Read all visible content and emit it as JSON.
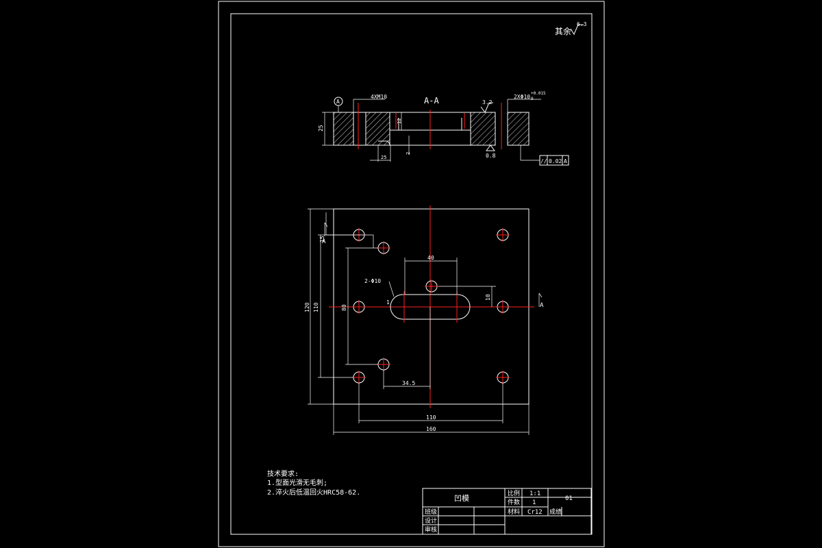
{
  "drawing": {
    "roughness_label": "其余",
    "roughness_value": "6.3",
    "section_title": "A-A",
    "section_marker": "A",
    "section": {
      "counterbore_label": "4XM10",
      "datum_symbol": "A",
      "fit_label": "2XΦ10",
      "fit_tol_upper": "+0.015",
      "fit_tol_lower": "0",
      "rough_top": "3.2",
      "rough_bottom": "0.8",
      "height_dim": "25",
      "pocket_depth": "12",
      "step_dim": "2",
      "pocket_width": "25",
      "parallelism_symbol": "//",
      "parallelism_value": "0.02",
      "parallelism_datum": "A"
    },
    "plan": {
      "dim_40": "40",
      "slot_label": "2-Φ10",
      "dim_10": "10",
      "dim_120": "120",
      "dim_110": "110",
      "dim_80": "80",
      "dim_15": "15",
      "dim_34_5": "34.5",
      "dim_110_h": "110",
      "dim_160": "160",
      "slot_mark": "1"
    },
    "tech_title": "技术要求:",
    "tech_notes": [
      "1.型面光滑无毛刺;",
      "2.淬火后低温回火HRC58-62."
    ]
  },
  "title_block": {
    "part_name": "凹模",
    "scale_label": "比例",
    "scale_value": "1:1",
    "drawing_no": "01",
    "qty_label": "件数",
    "qty_value": "1",
    "material_label": "材料",
    "material_value": "Cr12",
    "grade_label": "成绩",
    "drawn_label": "班级",
    "design_label": "设计",
    "review_label": "审核"
  }
}
